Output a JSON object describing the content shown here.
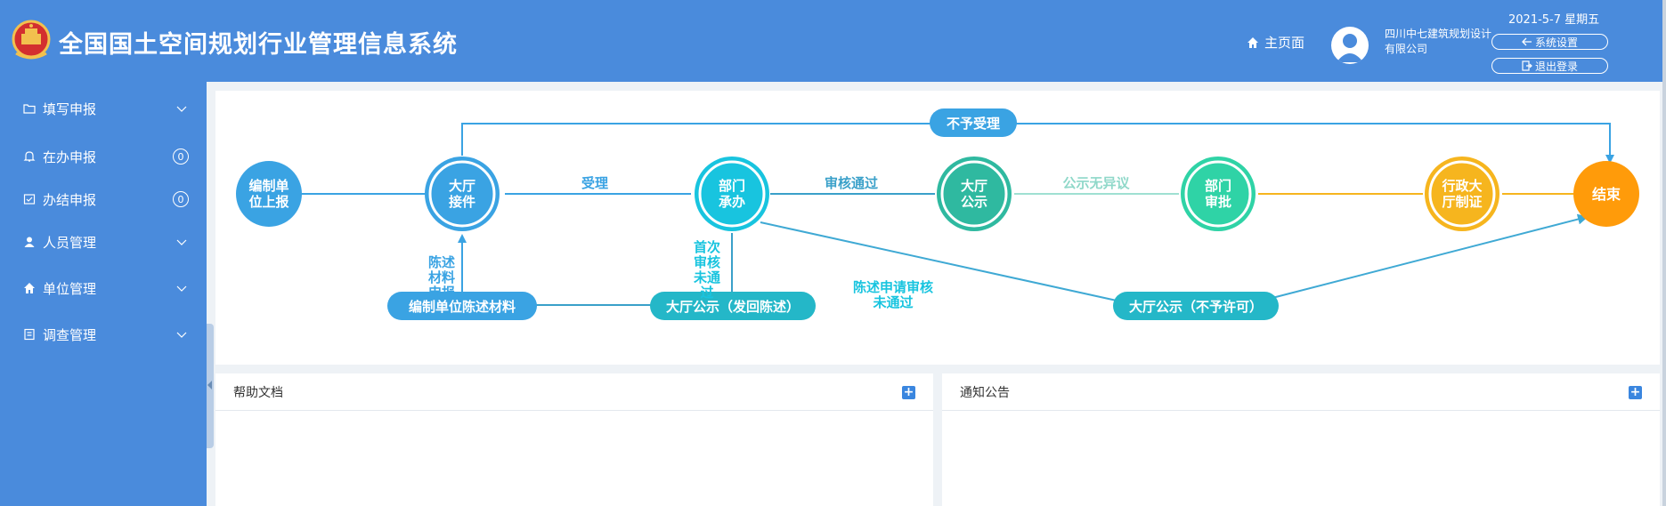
{
  "header": {
    "title": "全国国土空间规划行业管理信息系统",
    "home_label": "主页面",
    "company": "四川中七建筑规划设计有限公司",
    "date": "2021-5-7 星期五",
    "settings_label": "系统设置",
    "logout_label": "退出登录"
  },
  "sidebar": {
    "items": [
      {
        "label": "填写申报",
        "icon": "folder-icon",
        "expandable": true
      },
      {
        "label": "在办申报",
        "icon": "bell-icon",
        "badge": "0"
      },
      {
        "label": "办结申报",
        "icon": "check-box-icon",
        "badge": "0"
      },
      {
        "label": "人员管理",
        "icon": "person-icon",
        "expandable": true
      },
      {
        "label": "单位管理",
        "icon": "home-icon",
        "expandable": true
      },
      {
        "label": "调查管理",
        "icon": "clipboard-icon",
        "expandable": true
      }
    ]
  },
  "flow": {
    "nodes": {
      "compile": "编制单位上报",
      "hall_receive": "大厅接件",
      "dept_handle": "部门承办",
      "hall_public": "大厅公示",
      "dept_approve": "部门审批",
      "admin_cert": "行政大厅制证",
      "end": "结束"
    },
    "pills": {
      "reject": "不予受理",
      "compile_material": "编制单位陈述材料",
      "public_return": "大厅公示（发回陈述）",
      "public_deny": "大厅公示（不予许可）"
    },
    "labels": {
      "accept": "受理",
      "review_pass": "审核通过",
      "no_objection": "公示无异议",
      "first_review_fail": "首次审核未通过",
      "statement_submit": "陈述材料申报",
      "statement_review_fail": "陈述申请审核未通过"
    },
    "colors": {
      "blue": "#3aa3e3",
      "teal": "#24b7c8",
      "green": "#2fb9a0",
      "mint": "#2fd3a6",
      "amber": "#f6b51e",
      "orange": "#ff9b0a",
      "cyan": "#18c4df"
    }
  },
  "panels": {
    "help_title": "帮助文档",
    "notice_title": "通知公告"
  }
}
